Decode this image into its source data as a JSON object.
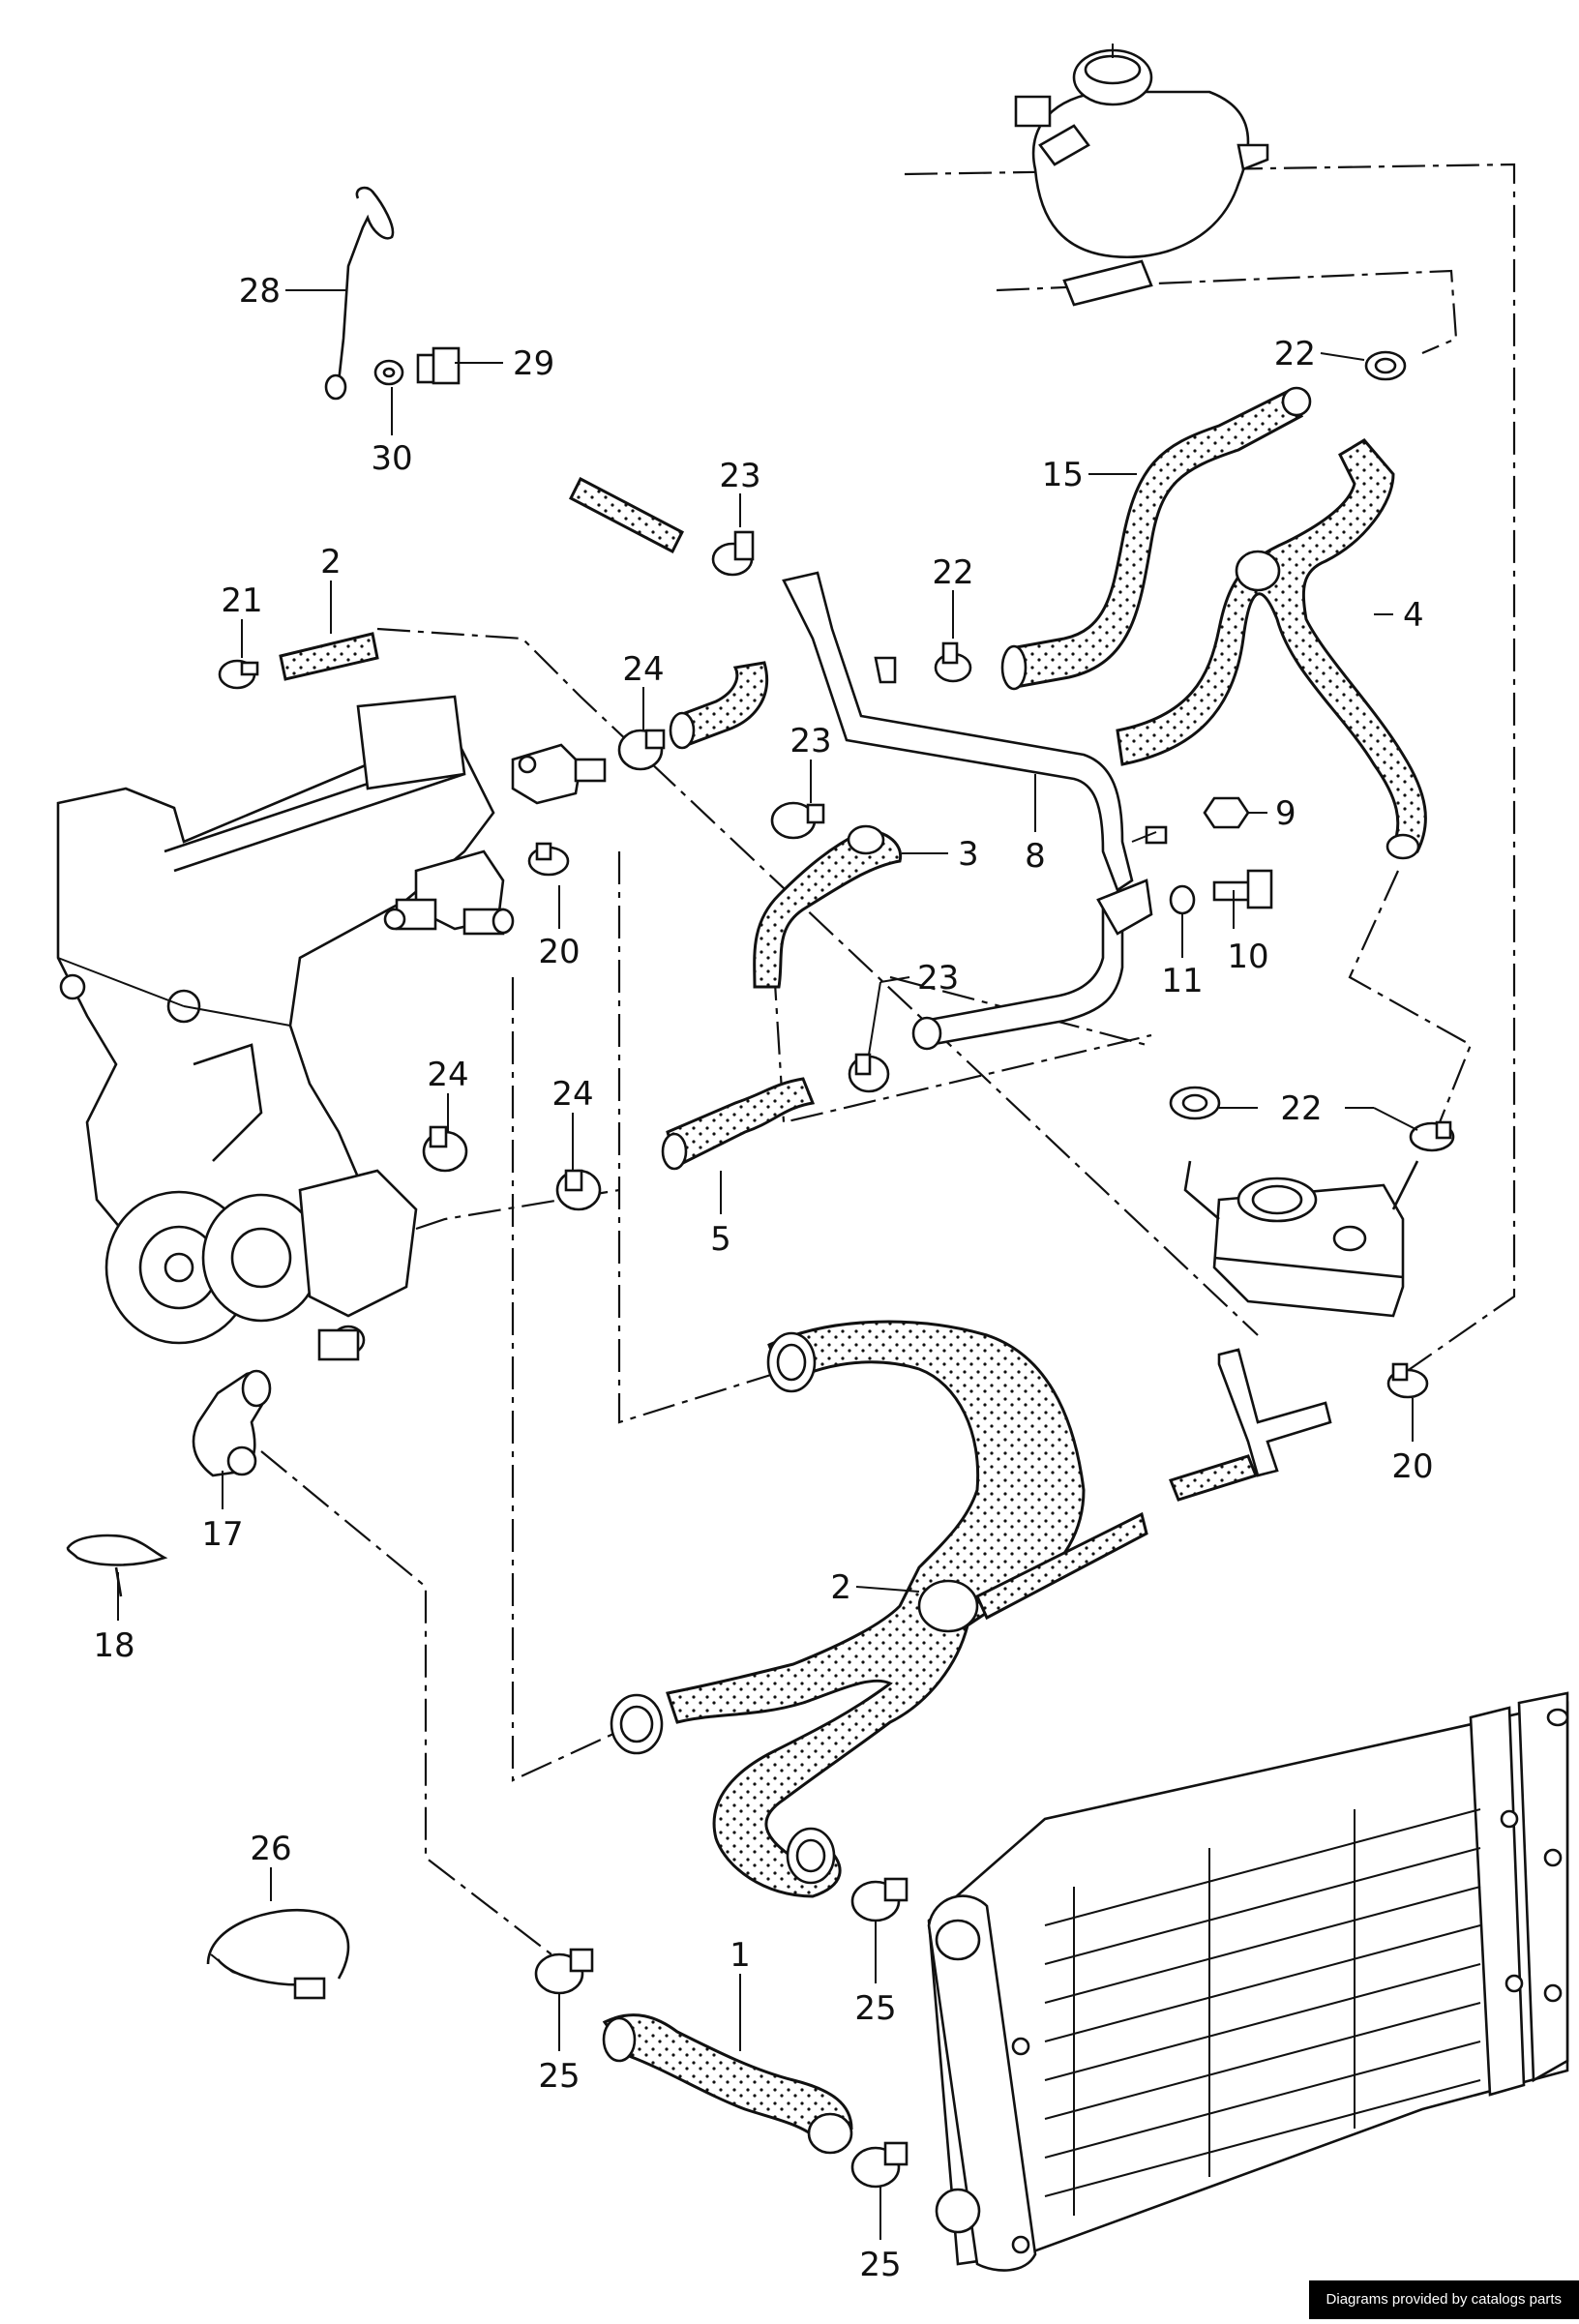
{
  "diagram": {
    "labels": {
      "p28": "28",
      "p29": "29",
      "p30": "30",
      "p23a": "23",
      "p15": "15",
      "p22a": "22",
      "p21": "21",
      "p2a": "2",
      "p22b": "22",
      "p4": "4",
      "p24a": "24",
      "p23b": "23",
      "p3": "3",
      "p8": "8",
      "p9": "9",
      "p20a": "20",
      "p10": "10",
      "p11": "11",
      "p23c": "23",
      "p24b": "24",
      "p24c": "24",
      "p22c": "22",
      "p5": "5",
      "p17": "17",
      "p20b": "20",
      "p18": "18",
      "p2b": "2",
      "p26": "26",
      "p1": "1",
      "p25a": "25",
      "p25b": "25",
      "p25c": "25"
    }
  },
  "footer": {
    "credit": "Diagrams provided by catalogs parts"
  }
}
